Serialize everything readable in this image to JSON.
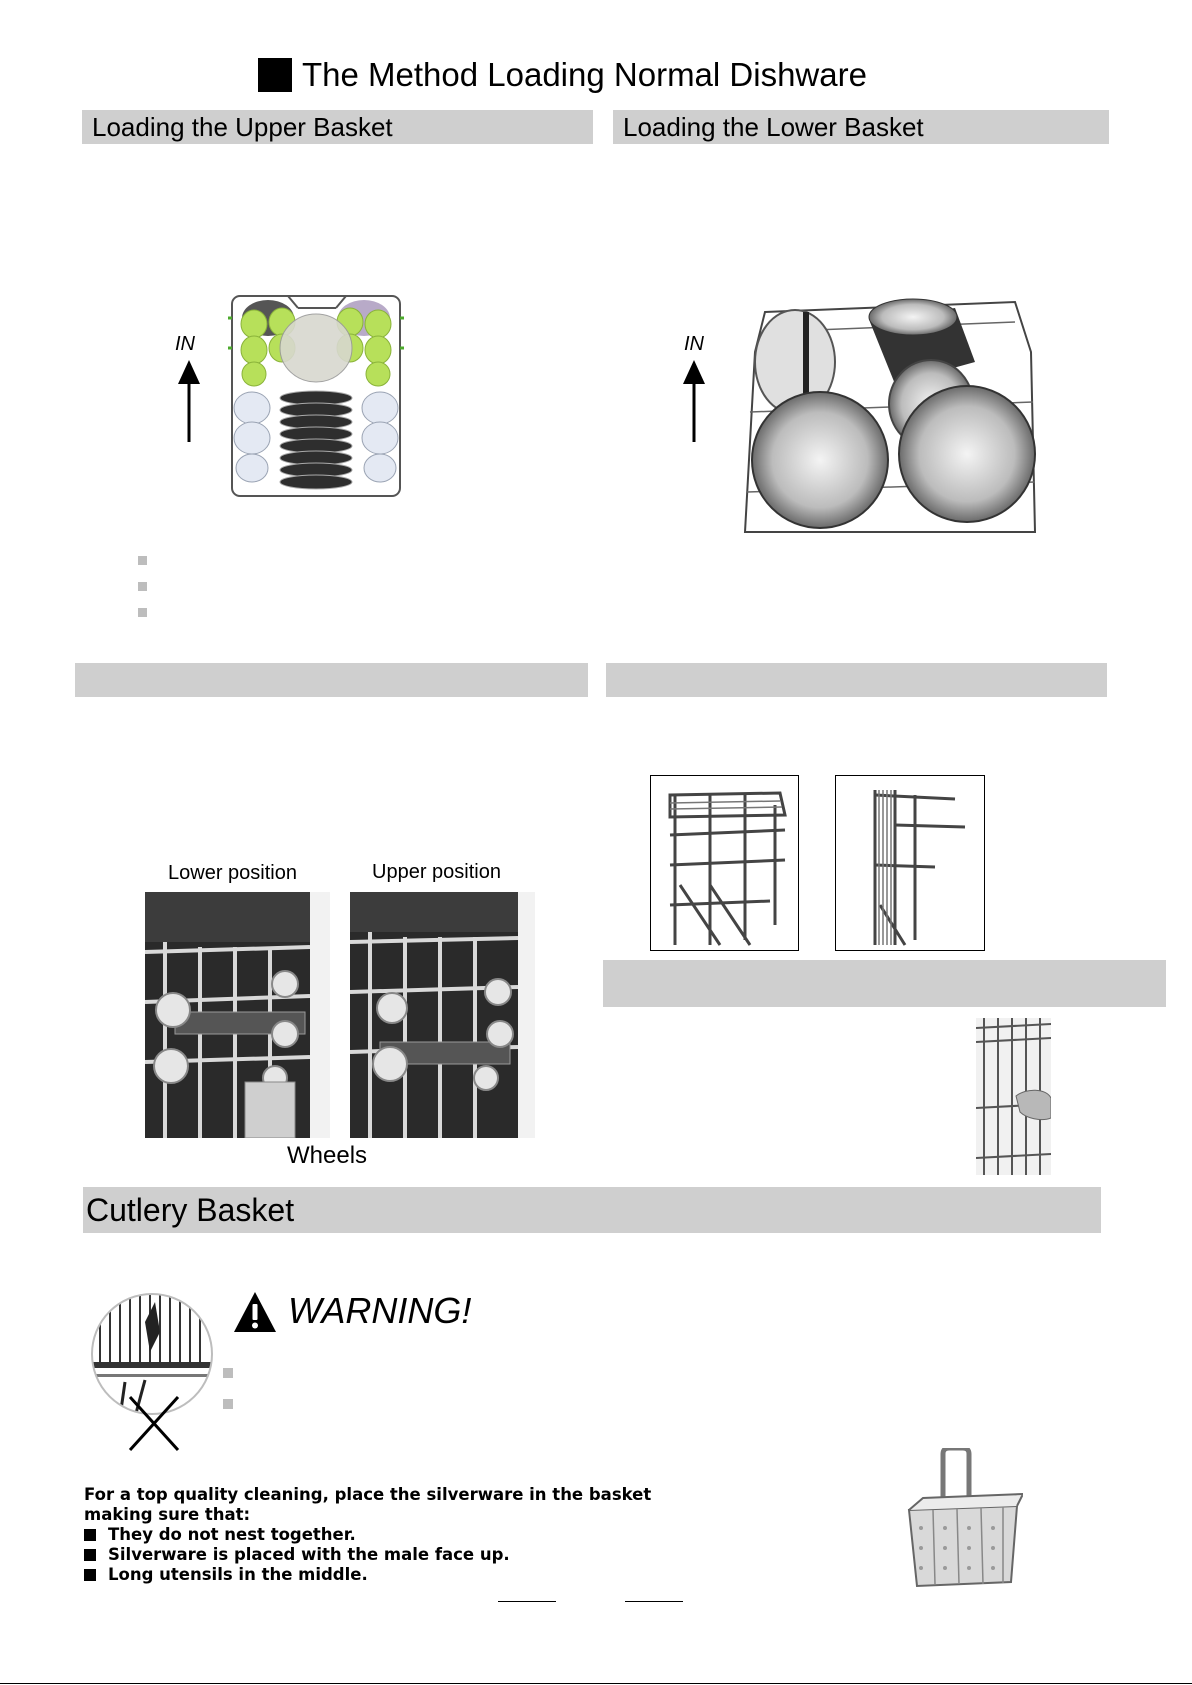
{
  "page": {
    "title": "The Method Loading Normal Dishware"
  },
  "upper_basket": {
    "heading": "Loading the Upper Basket",
    "direction_label": "IN"
  },
  "lower_basket": {
    "heading": "Loading the Lower Basket",
    "direction_label": "IN"
  },
  "adjust_section": {
    "lower_position_label": "Lower position",
    "upper_position_label": "Upper position",
    "wheels_label": "Wheels"
  },
  "cutlery": {
    "heading": "Cutlery Basket",
    "warning": "WARNING!",
    "intro_line1": "For a  top quality cleaning, place the silverware in the basket",
    "intro_line2": "making sure that:",
    "items": [
      "They do not nest together.",
      "Silverware is placed  with the male face up.",
      "Long utensils in the middle."
    ]
  }
}
